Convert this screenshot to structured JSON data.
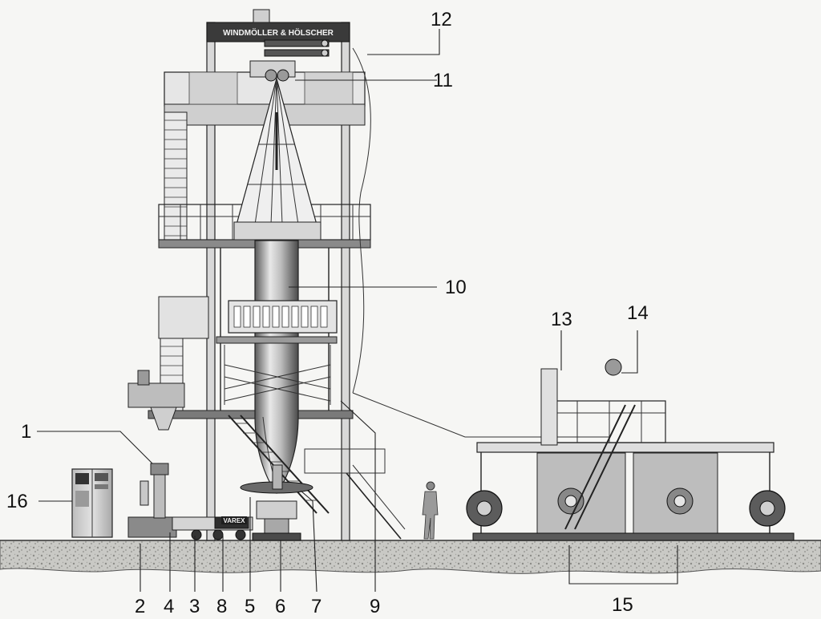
{
  "brand": {
    "tower_sign": "WINDMÖLLER & HÖLSCHER",
    "extruder_sign": "VAREX"
  },
  "labels": [
    {
      "id": "label-1",
      "text": "1"
    },
    {
      "id": "label-2",
      "text": "2"
    },
    {
      "id": "label-3",
      "text": "3"
    },
    {
      "id": "label-4",
      "text": "4"
    },
    {
      "id": "label-5",
      "text": "5"
    },
    {
      "id": "label-6",
      "text": "6"
    },
    {
      "id": "label-7",
      "text": "7"
    },
    {
      "id": "label-8",
      "text": "8"
    },
    {
      "id": "label-9",
      "text": "9"
    },
    {
      "id": "label-10",
      "text": "10"
    },
    {
      "id": "label-11",
      "text": "11"
    },
    {
      "id": "label-12",
      "text": "12"
    },
    {
      "id": "label-13",
      "text": "13"
    },
    {
      "id": "label-14",
      "text": "14"
    },
    {
      "id": "label-15",
      "text": "15"
    },
    {
      "id": "label-16",
      "text": "16"
    }
  ]
}
